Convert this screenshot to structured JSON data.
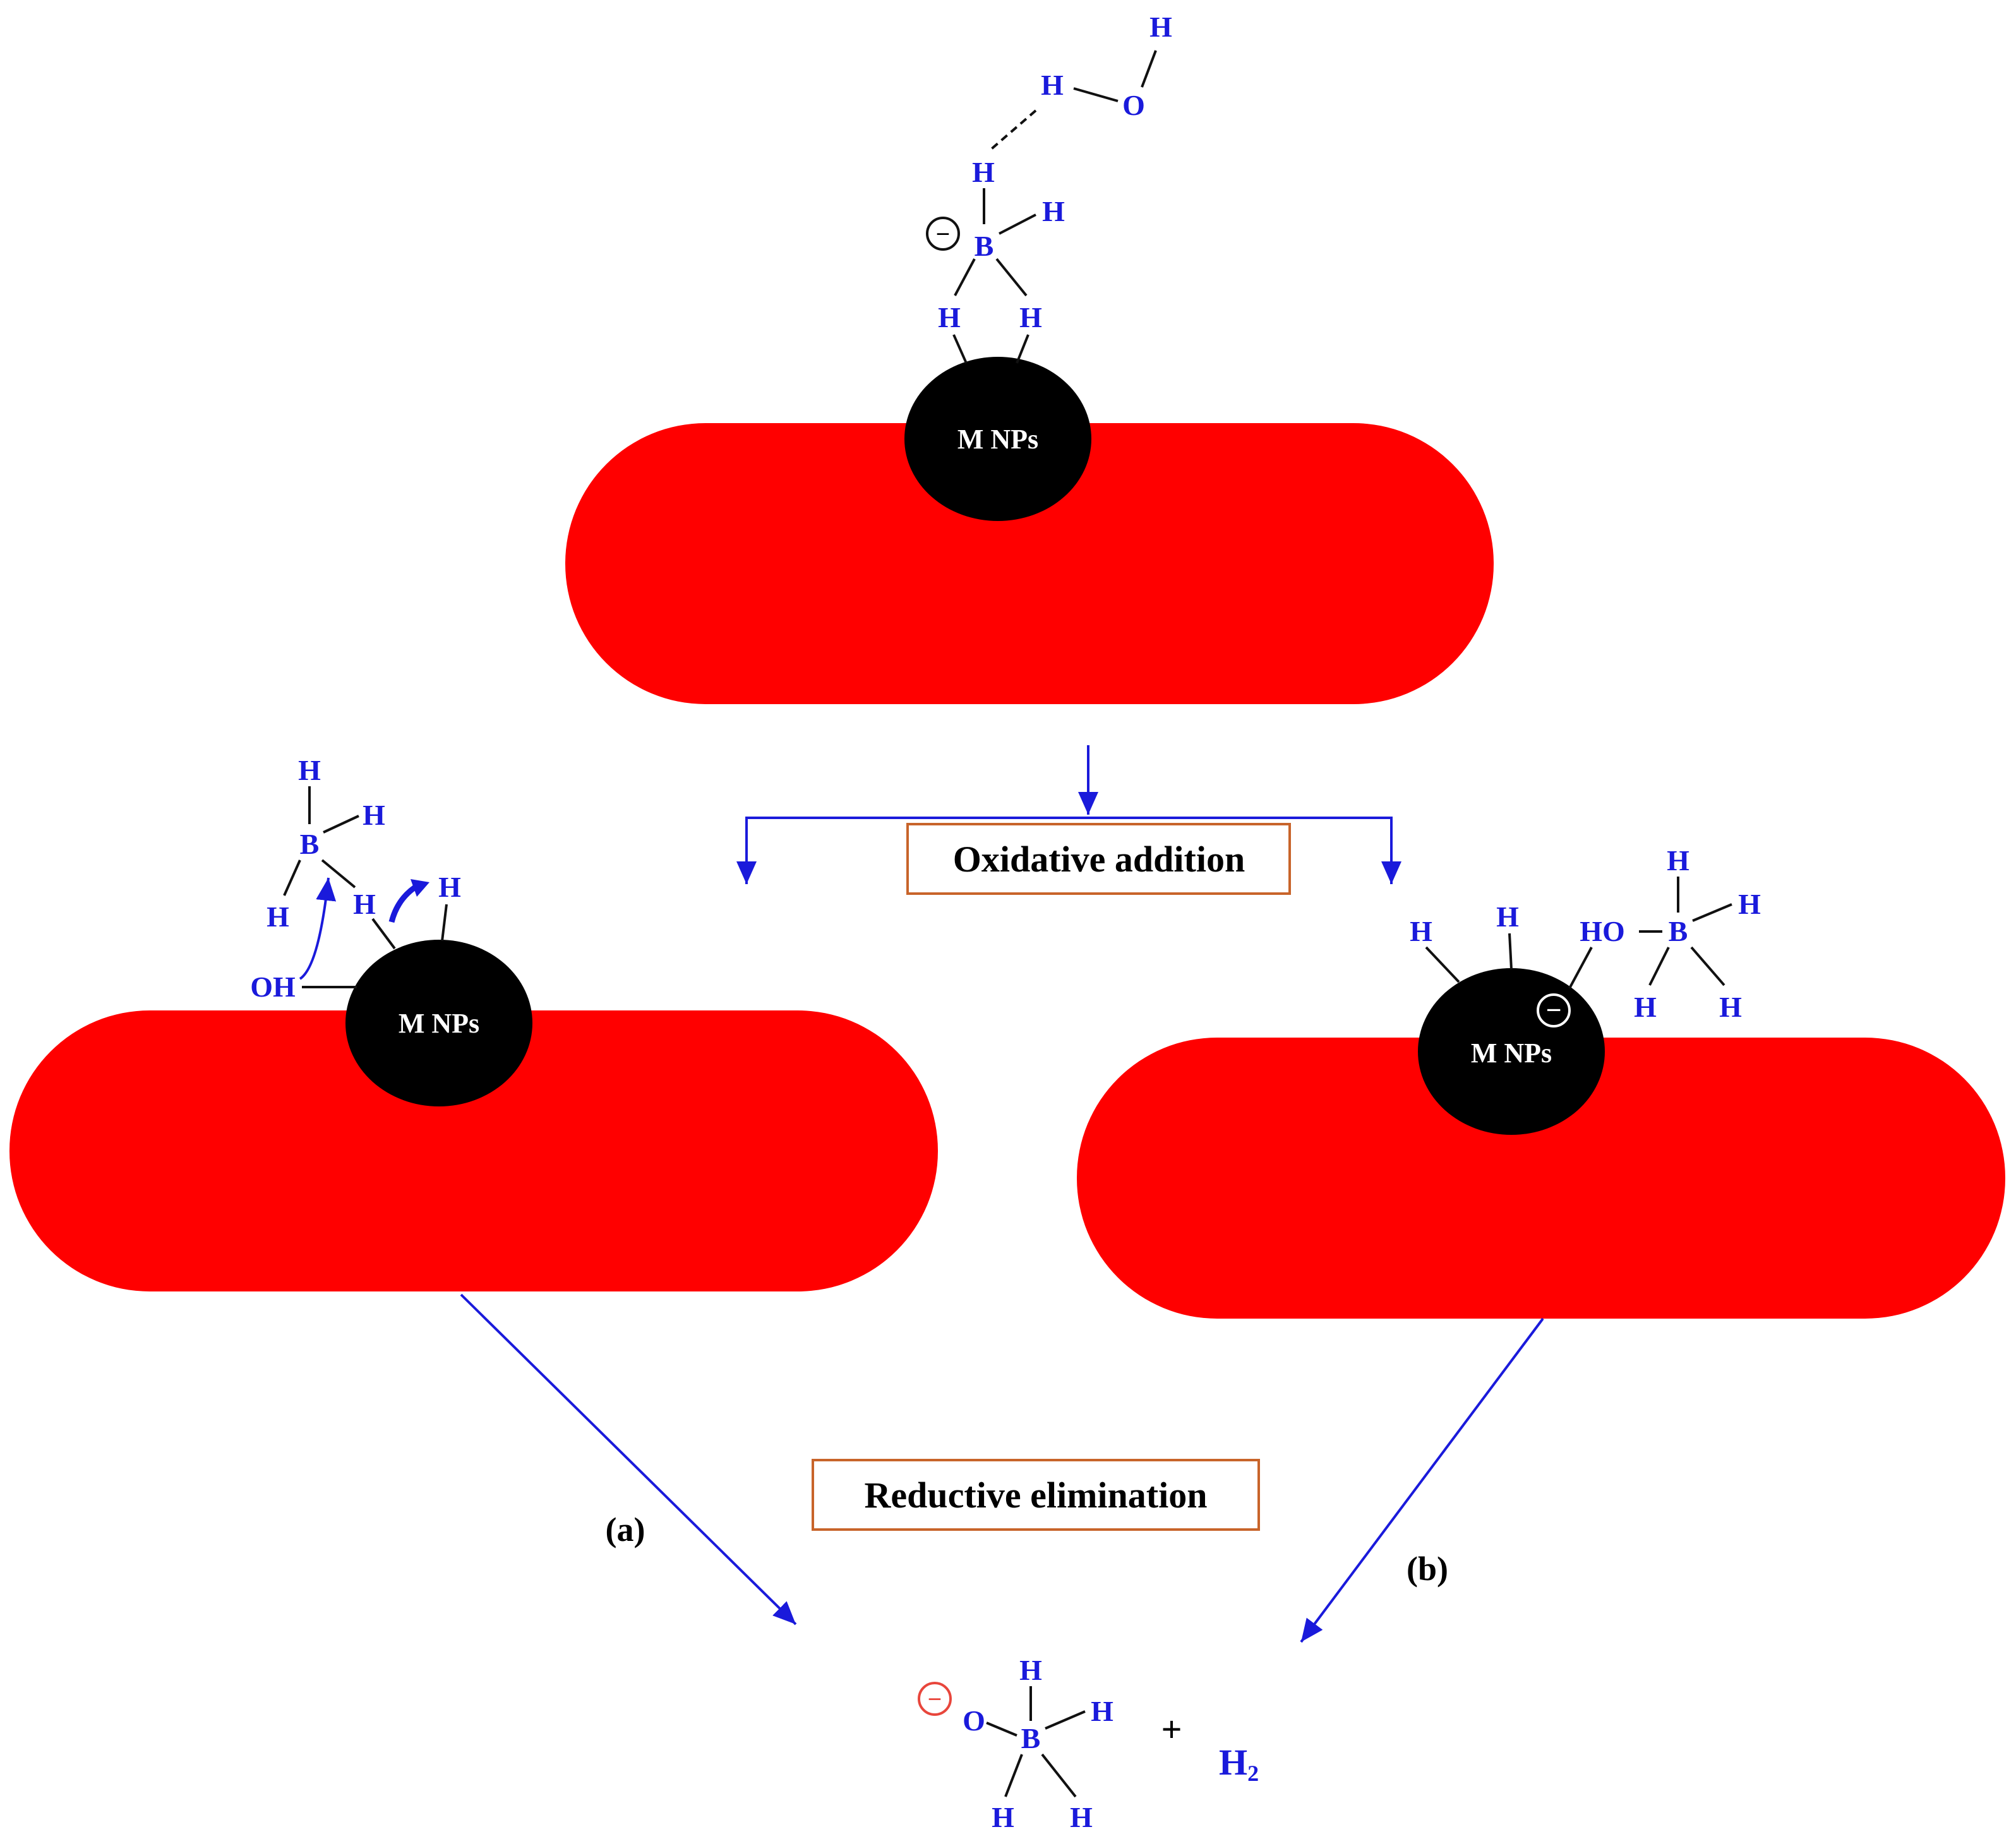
{
  "colors": {
    "support": "#ff0000",
    "nanoparticle": "#000000",
    "atoms": "#1a1adb",
    "arrows": "#1a1adb",
    "box_border": "#c8642a",
    "product_charge": "#e8463c"
  },
  "nanoparticle_label": "M NPs",
  "atoms": {
    "H": "H",
    "B": "B",
    "O": "O",
    "OH": "OH",
    "HO": "HO"
  },
  "charge_symbol": "−",
  "steps": {
    "oxidative_addition": "Oxidative addition",
    "reductive_elimination": "Reductive elimination"
  },
  "pathways": {
    "a": "(a)",
    "b": "(b)"
  },
  "products": {
    "plus": "+",
    "h2_base": "H",
    "h2_sub": "2"
  }
}
